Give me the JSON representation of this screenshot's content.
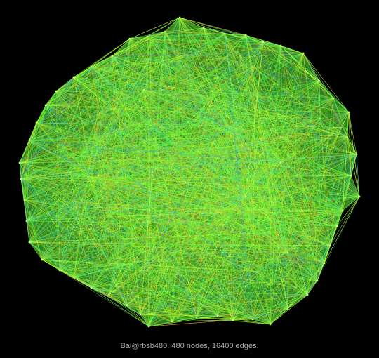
{
  "caption": "Bai@rbsb480. 480 nodes, 16400 edges.",
  "graph": {
    "node_count": 480,
    "edge_count": 16400,
    "background_color": "#000000",
    "edge_colors": [
      "#66ff33",
      "#99ff33",
      "#ccff33",
      "#ffff33",
      "#ff9933",
      "#ff5522",
      "#33ff99",
      "#33cccc",
      "#3399ff"
    ]
  }
}
